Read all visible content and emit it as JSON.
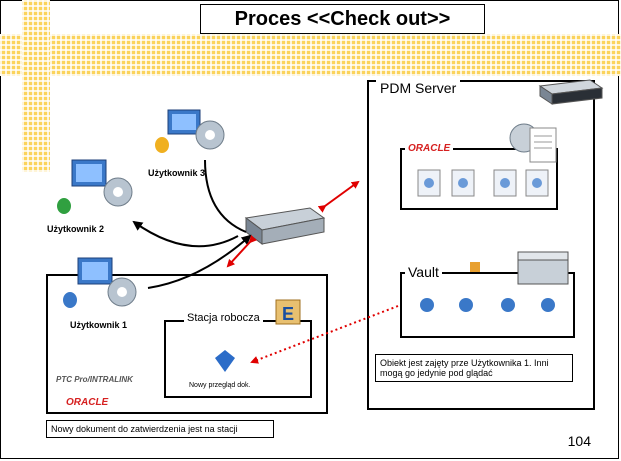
{
  "title": "Proces <<Check out>>",
  "server": {
    "label": "PDM Server",
    "oracle": "ORACLE",
    "vault": "Vault"
  },
  "users": {
    "u3": "Użytkownik 3",
    "u2": "Użytkownik 2",
    "u1": "Użytkownik 1"
  },
  "workstation": {
    "label": "Stacja robocza",
    "doc_label": "Nowy przegląd dok.",
    "oracle": "ORACLE",
    "logo": "PTC Pro/INTRALINK"
  },
  "notes": {
    "server_note": "Obiekt jest zajęty prze Użytkownika 1. Inni mogą go jedynie pod glądać",
    "bottom_note": "Nowy dokument do zatwierdzenia jest na  stacji"
  },
  "page_number": "104",
  "colors": {
    "band": "#fbd35a",
    "arrow": "#e00000",
    "oracle": "#d62020"
  }
}
